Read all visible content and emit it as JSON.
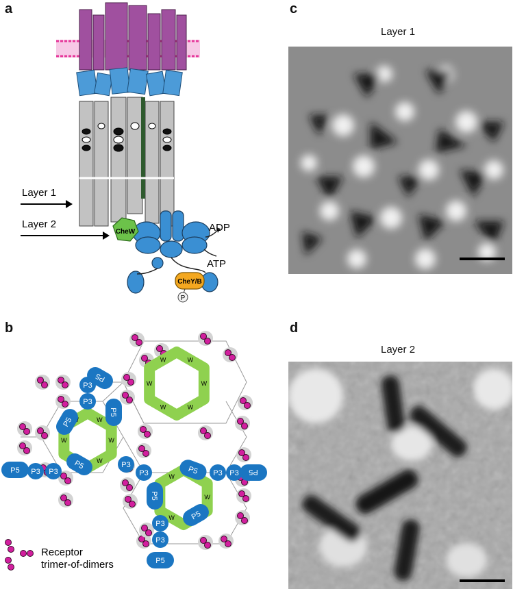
{
  "panels": {
    "a": "a",
    "b": "b",
    "c": "c",
    "d": "d"
  },
  "panel_a": {
    "layer1_label": "Layer 1",
    "layer2_label": "Layer 2",
    "chew_label": "CheW",
    "adp_label": "ADP",
    "atp_label": "ATP",
    "cheyb_label": "CheY/B",
    "p_label": "P"
  },
  "panel_b": {
    "legend_line1": "Receptor",
    "legend_line2": "trimer-of-dimers",
    "p3_label": "P3",
    "p5_label": "P5",
    "w_label": "W"
  },
  "panel_c": {
    "title": "Layer 1"
  },
  "panel_d": {
    "title": "Layer 2"
  },
  "colors": {
    "receptor_magenta": "#a0509f",
    "kinase_blue": "#3a8fd3",
    "chew_green": "#6cc24a",
    "cheyb_orange": "#f4a820",
    "receptor_gray": "#bdbdbd",
    "p3p5_blue": "#1b76c2",
    "w_green": "#8fd14f",
    "dimer_magenta": "#d21f9e"
  }
}
